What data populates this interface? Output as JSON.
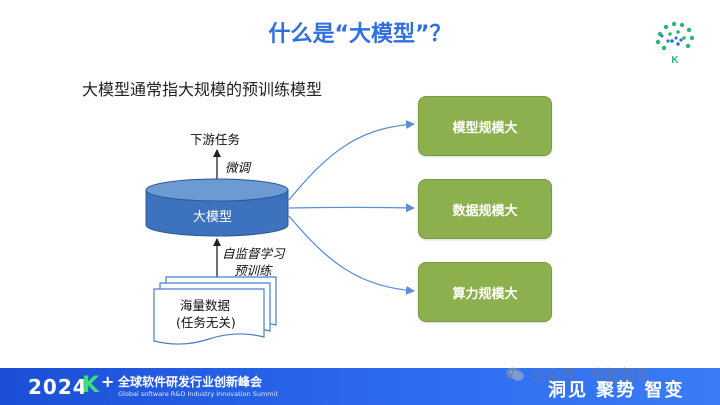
{
  "slide": {
    "title": "什么是“大模型”？",
    "subtitle": "大模型通常指大规模的预训练模型"
  },
  "diagram": {
    "downstream_label": "下游任务",
    "finetune_label": "微调",
    "model_label": "大模型",
    "selfsup_label": "自监督学习",
    "pretrain_label": "预训练",
    "data_line1": "海量数据",
    "data_line2": "(任务无关)"
  },
  "cards": [
    {
      "label": "模型规模大"
    },
    {
      "label": "数据规模大"
    },
    {
      "label": "算力规模大"
    }
  ],
  "footer": {
    "year": "2024",
    "k": "K",
    "plus": "+",
    "summit_cn": "全球软件研发行业创新峰会",
    "summit_en": "Global software R&D Industry Innovation Summit",
    "slogan": "洞见 聚势 智变"
  },
  "watermark": {
    "text": "公众号 · 中智凯灵"
  },
  "logo": {
    "letter": "K"
  },
  "colors": {
    "title": "#2f6fe0",
    "cylinder": "#3d72bf",
    "card": "#8db04e",
    "footer": "#1a4fd6",
    "accent_green": "#39e07a"
  }
}
